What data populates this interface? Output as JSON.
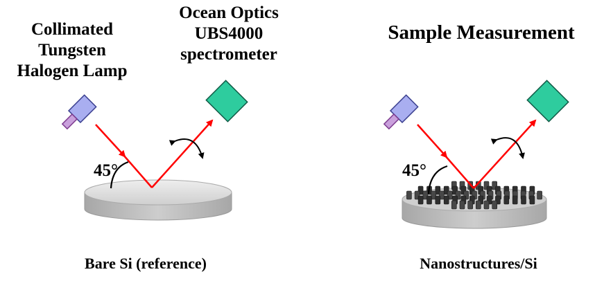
{
  "lamp_label": [
    "Collimated",
    "Tungsten",
    "Halogen Lamp"
  ],
  "spectrometer_label": [
    "Ocean Optics",
    "UBS4000",
    "spectrometer"
  ],
  "sample_title": "Sample Measurement",
  "angle": "45°",
  "left_caption": "Bare Si (reference)",
  "right_caption": "Nanostructures/Si",
  "colors": {
    "beam": "#ff0000",
    "lamp_body": "#a9aef0",
    "spectrometer_body": "#2ecc9e",
    "substrate_top": "#dcdcdc",
    "substrate_side": "#b4b4b4",
    "nanostructure": "#3a3a3a"
  }
}
